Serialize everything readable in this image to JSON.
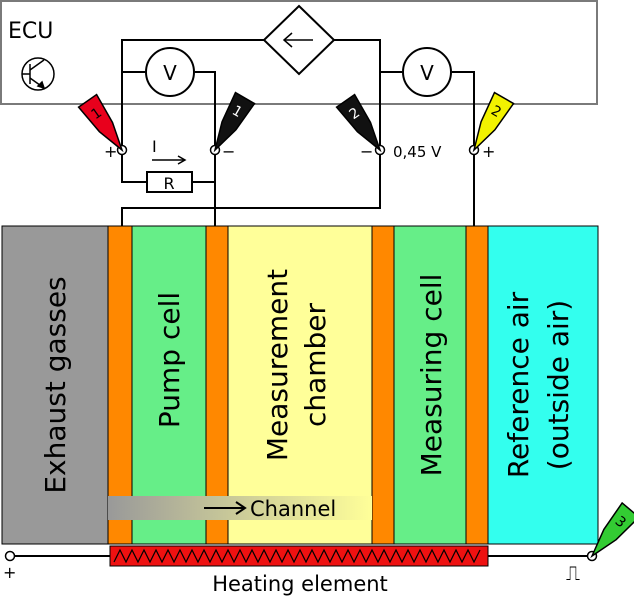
{
  "ecu": {
    "label": "ECU"
  },
  "voltmeter": {
    "label": "V"
  },
  "resistor": {
    "label": "R"
  },
  "current": {
    "label": "I"
  },
  "reference_voltage": {
    "label": "0,45 V"
  },
  "polarity": {
    "plus": "+",
    "minus": "−"
  },
  "probes": [
    {
      "number": "1",
      "color": "#e8001c"
    },
    {
      "number": "1",
      "color": "#111111"
    },
    {
      "number": "2",
      "color": "#111111"
    },
    {
      "number": "2",
      "color": "#f2f200"
    },
    {
      "number": "3",
      "color": "#33cc33"
    }
  ],
  "layers": [
    {
      "label": "Exhaust gasses",
      "color": "#999999"
    },
    {
      "label": "Pump cell",
      "color": "#66ee88"
    },
    {
      "label": "Measurement",
      "color": "#ffff99"
    },
    {
      "label": "chamber",
      "color": "#ffff99"
    },
    {
      "label": "Measuring cell",
      "color": "#66ee88"
    },
    {
      "label": "Reference air",
      "color": "#33ffee"
    },
    {
      "label": "(outside air)",
      "color": "#33ffee"
    }
  ],
  "electrode_color": "#ff8800",
  "channel": {
    "label": "Channel"
  },
  "heater": {
    "label": "Heating element",
    "color": "#ee1111"
  },
  "pulse_symbol": "⎍"
}
